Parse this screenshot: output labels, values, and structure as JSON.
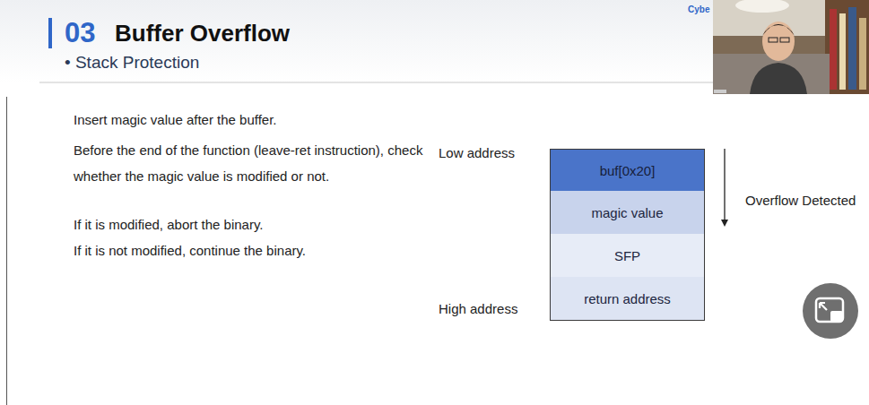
{
  "diagram": {
    "title": "Buffer Overflow",
    "nodes": [
      {
        "text": [
          "buf[0x20]"
        ]
      },
      {
        "text": [
          "magic value"
        ]
      },
      {
        "text": [
          "SFP"
        ]
      },
      {
        "text": [
          "return address"
        ]
      }
    ],
    "labels": [
      "03",
      "• Stack Protection",
      "Cybe",
      "Insert magic value after the buffer.",
      "Before the end of the function (leave-ret instruction), check whether the magic value is modified or not.",
      "If it is modified, abort the binary.",
      "If it is not modified, continue the binary.",
      "Low address",
      "High address",
      "Overflow Detected"
    ]
  }
}
